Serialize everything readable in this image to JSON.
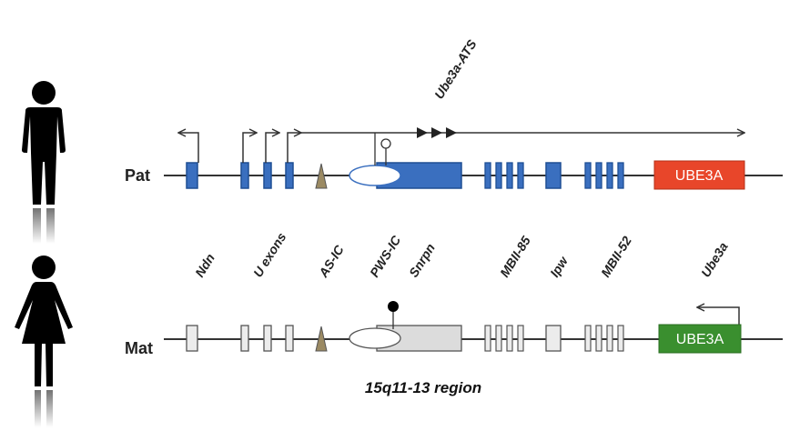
{
  "rows": {
    "paternal": {
      "label": "Pat",
      "ube3a_label": "UBE3A",
      "ube3a_color": "#e8462a",
      "exon_color": "#3a6fbf"
    },
    "maternal": {
      "label": "Mat",
      "ube3a_label": "UBE3A",
      "ube3a_color": "#3a8f2f",
      "exon_color": "#e6e6e6"
    }
  },
  "transcript": {
    "label": "Ube3a-ATS"
  },
  "gene_labels": [
    "Ndn",
    "U exons",
    "AS-IC",
    "PWS-IC",
    "Snrpn",
    "MBII-85",
    "Ipw",
    "MBII-52",
    "Ube3a"
  ],
  "region_label": "15q11-13 region",
  "icons": {
    "male": "male-figure-icon",
    "female": "female-figure-icon"
  }
}
